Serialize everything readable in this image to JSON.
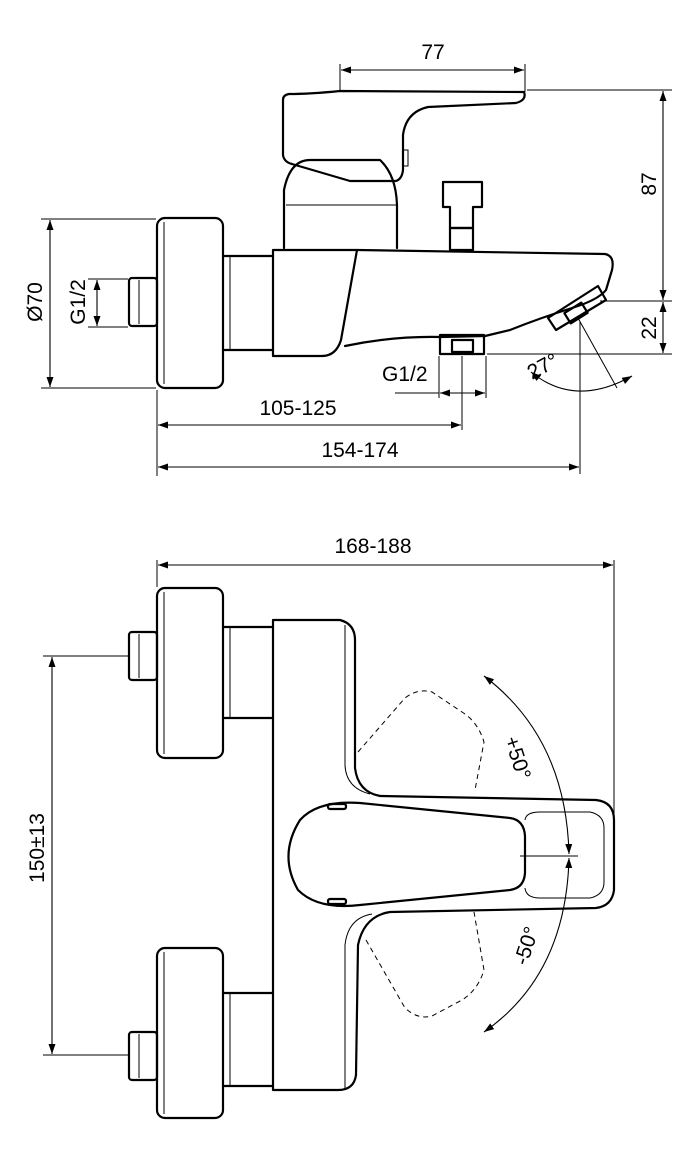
{
  "dimensions": {
    "handle_width": "77",
    "spout_height": "87",
    "outlet_height": "22",
    "rosette_diameter": "Ø70",
    "inlet_thread": "G1/2",
    "outlet_thread": "G1/2",
    "spout_angle": "27°",
    "depth_to_outlet": "105-125",
    "depth_to_spout": "154-174",
    "total_width": "168-188",
    "inlet_spacing": "150±13",
    "rotation_positive": "+50°",
    "rotation_negative": "-50°"
  }
}
